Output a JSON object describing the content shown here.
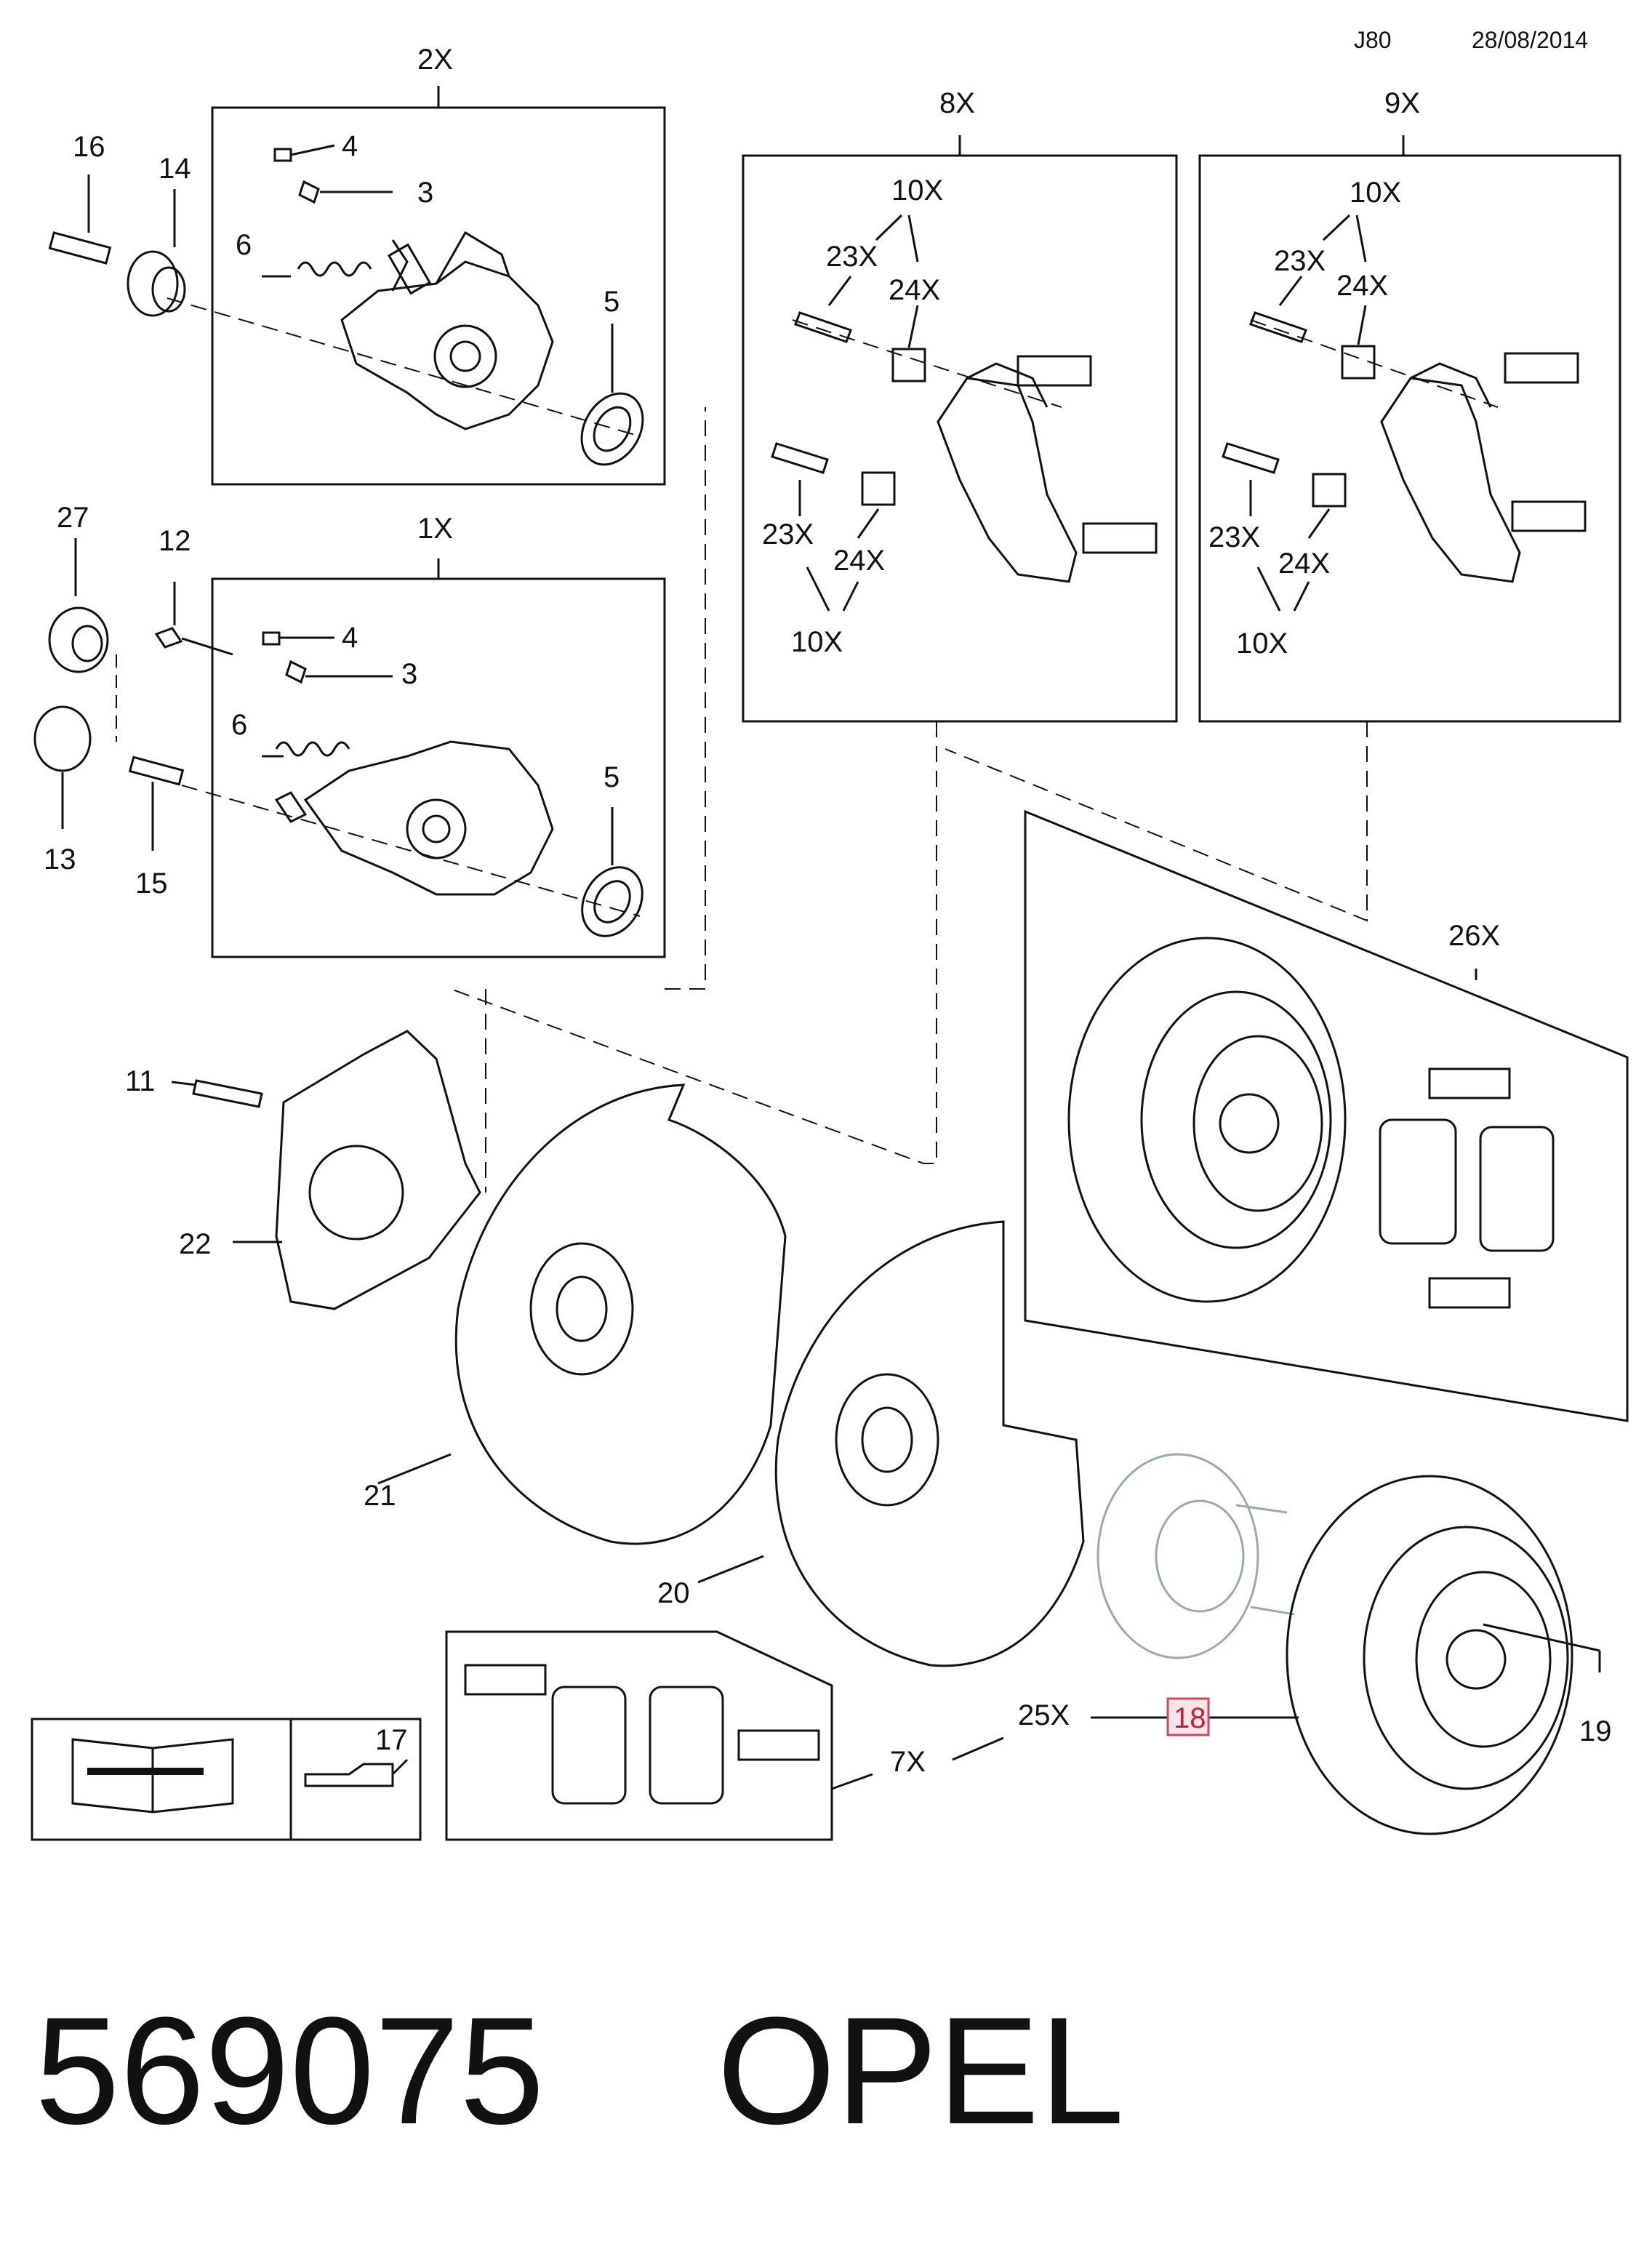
{
  "header": {
    "code": "J80",
    "date": "28/08/2014"
  },
  "footer": {
    "part_number": "569075",
    "brand": "OPEL"
  },
  "highlight": {
    "ref": "18",
    "color": "#d2455b"
  },
  "callouts": {
    "c2x": "2X",
    "c1x": "1X",
    "c8x": "8X",
    "c9x": "9X",
    "c26x": "26X",
    "c7x": "7X",
    "c25x": "25X",
    "n16": "16",
    "n14": "14",
    "n6a": "6",
    "n4a": "4",
    "n3a": "3",
    "n5a": "5",
    "n27": "27",
    "n12": "12",
    "n13": "13",
    "n15": "15",
    "n4b": "4",
    "n3b": "3",
    "n6b": "6",
    "n5b": "5",
    "n10a": "10X",
    "n23a": "23X",
    "n24a": "24X",
    "n23b": "23X",
    "n24b": "24X",
    "n10b": "10X",
    "n10c": "10X",
    "n23c": "23X",
    "n24c": "24X",
    "n23d": "23X",
    "n24d": "24X",
    "n10d": "10X",
    "n11": "11",
    "n22": "22",
    "n21": "21",
    "n20": "20",
    "n19": "19",
    "n17": "17"
  }
}
